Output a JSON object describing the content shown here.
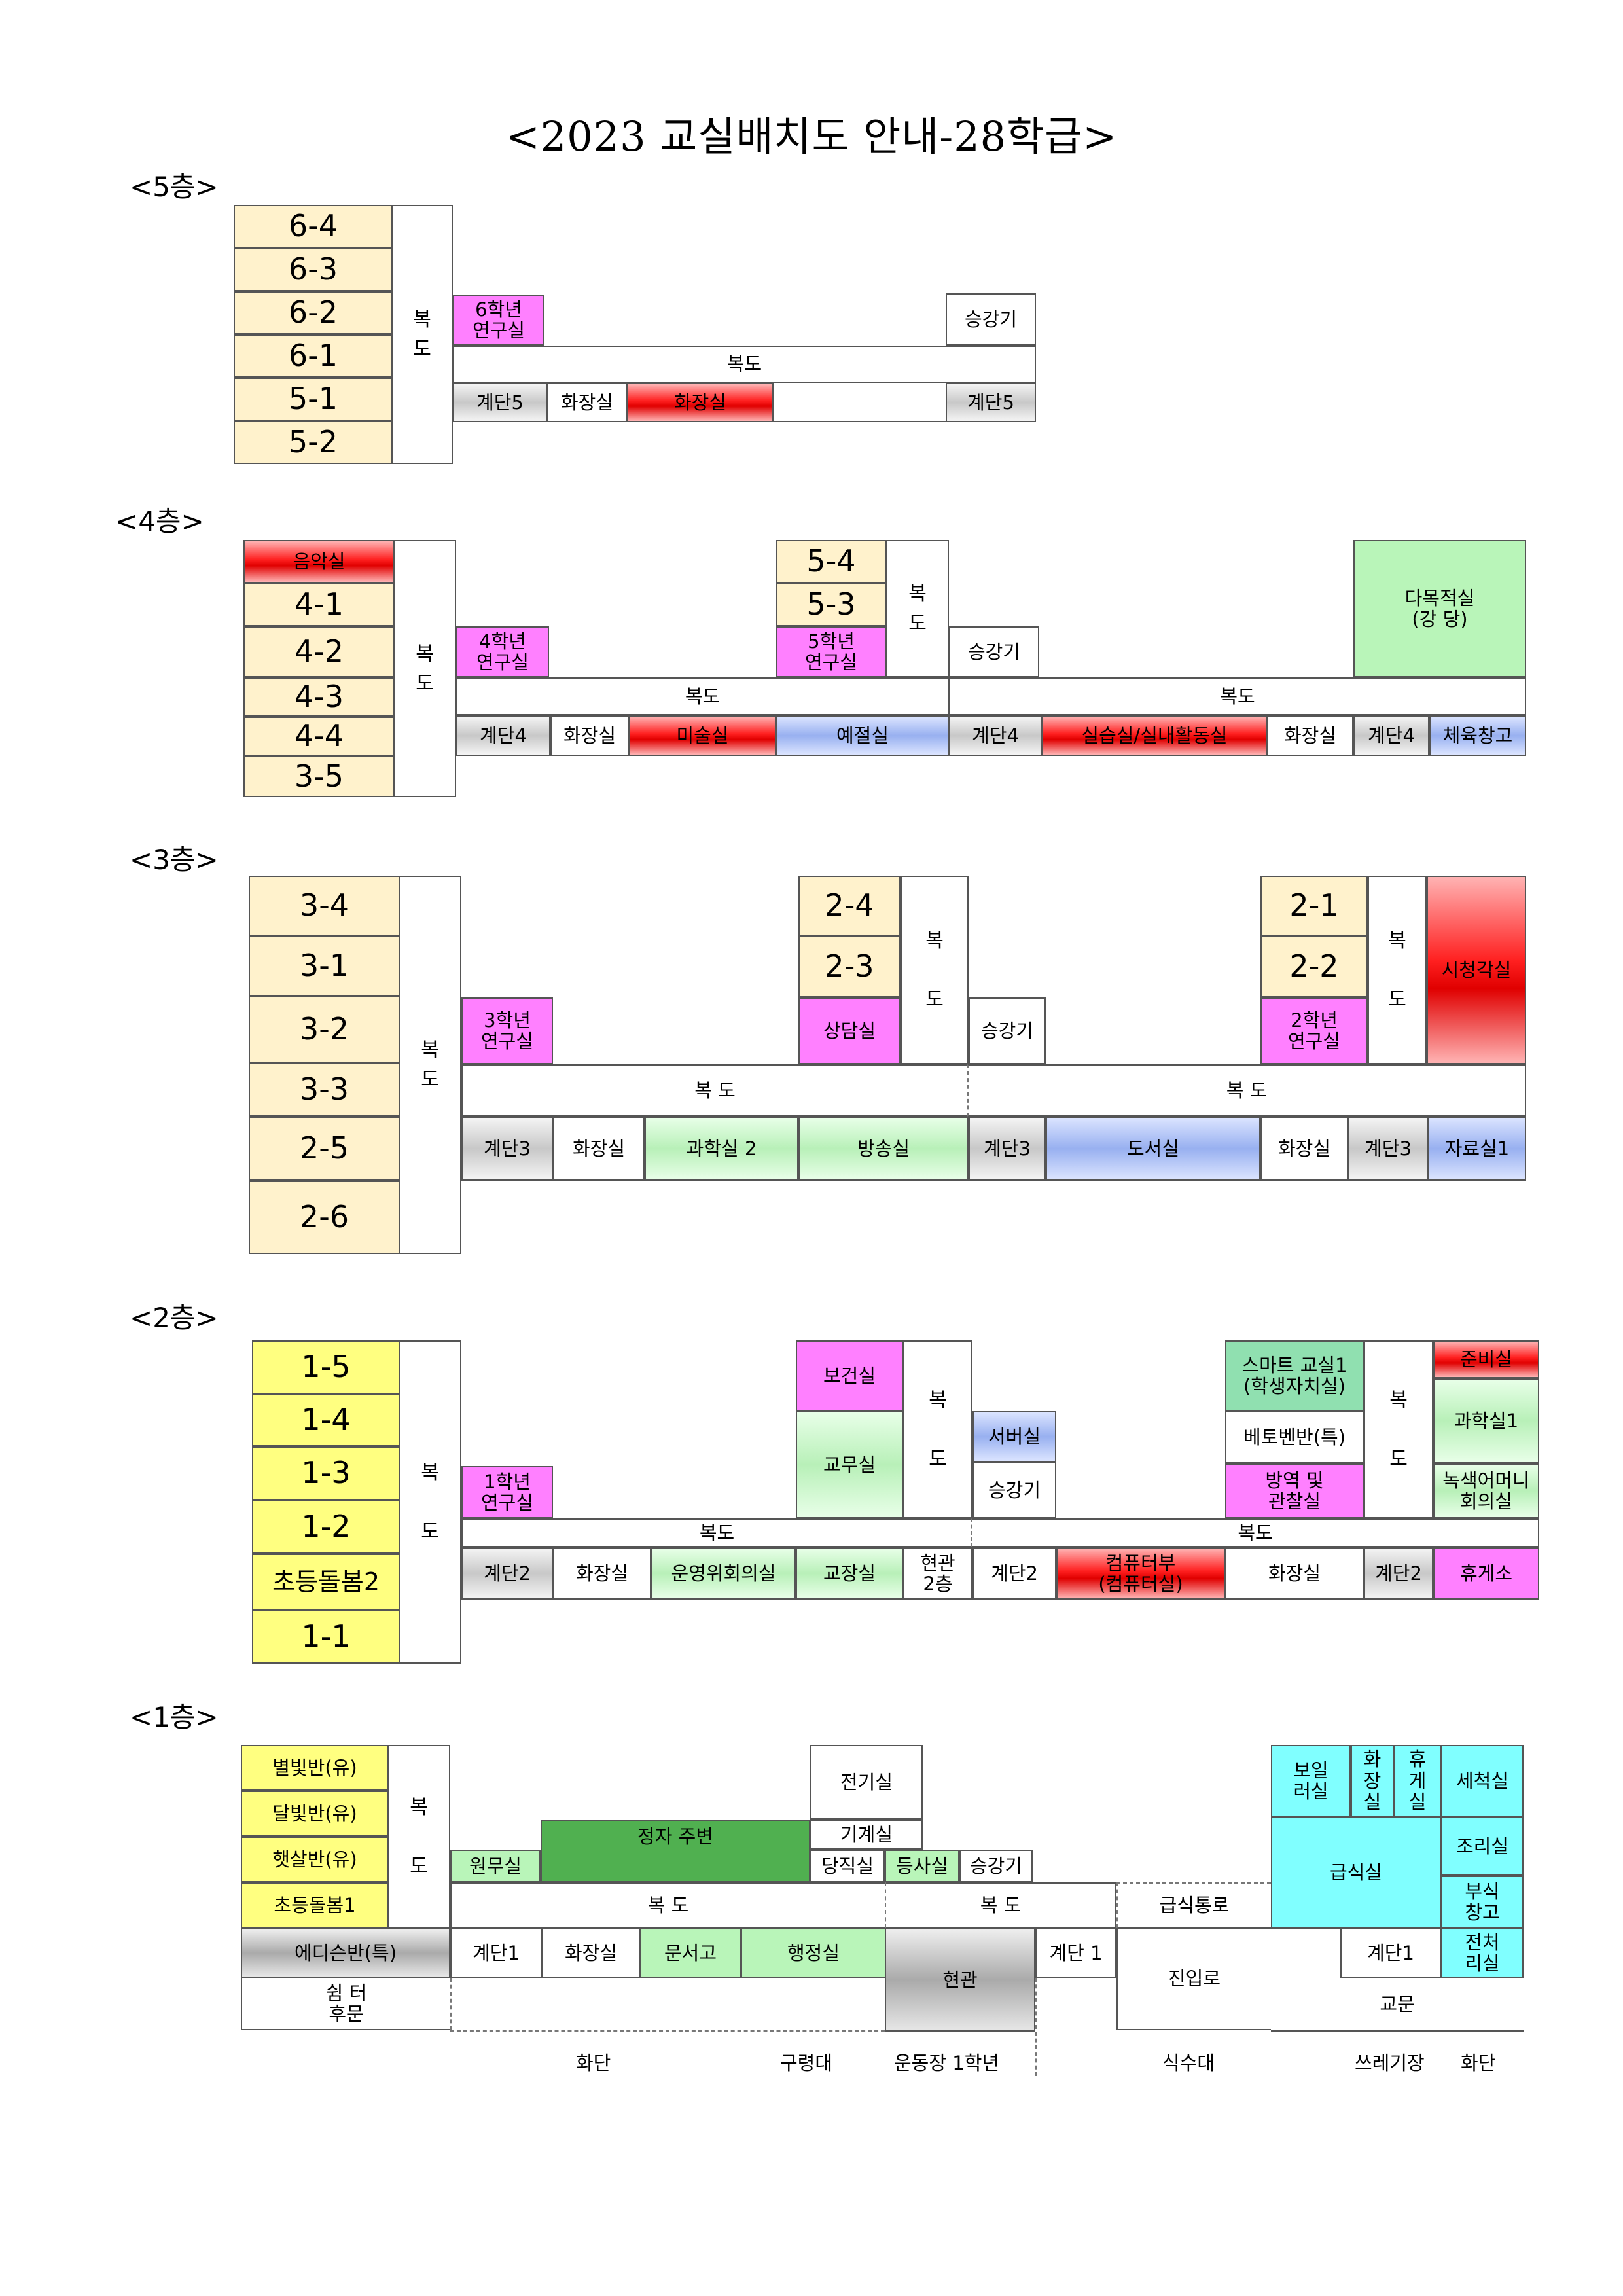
{
  "title": "<2023 교실배치도 안내-28학급>",
  "floors": {
    "f5": {
      "label": "<5층>",
      "classes": [
        "6-4",
        "6-3",
        "6-2",
        "6-1",
        "5-1",
        "5-2"
      ],
      "corridor_v": "복\n도",
      "corridor_h": "복도",
      "research": "6학년\n연구실",
      "lift": "승강기",
      "stair_left": "계단5",
      "toilet1": "화장실",
      "toilet2": "화장실",
      "stair_right": "계단5"
    },
    "f4": {
      "label": "<4층>",
      "music": "음악실",
      "classes": [
        "4-1",
        "4-2",
        "4-3",
        "4-4",
        "3-5"
      ],
      "corridor_v": "복\n도",
      "research4": "4학년\n연구실",
      "mid_classes": [
        "5-4",
        "5-3"
      ],
      "corridor_v2": "복\n도",
      "research5": "5학년\n연구실",
      "lift": "승강기",
      "multi": "다목적실\n(강   당)",
      "corridor_h1": "복도",
      "corridor_h2": "복도",
      "bottom": [
        "계단4",
        "화장실",
        "미술실",
        "예절실",
        "계단4",
        "실습실/실내활동실",
        "화장실",
        "계단4",
        "체육창고"
      ]
    },
    "f3": {
      "label": "<3층>",
      "classes": [
        "3-4",
        "3-1",
        "3-2",
        "3-3",
        "2-5",
        "2-6"
      ],
      "corridor_v": "복\n도",
      "research3": "3학년\n연구실",
      "mid_classes": [
        "2-4",
        "2-3"
      ],
      "counsel": "상담실",
      "corridor_v2": "복\n\n도",
      "lift": "승강기",
      "right_classes": [
        "2-1",
        "2-2"
      ],
      "research2": "2학년\n연구실",
      "corridor_v3": "복\n\n도",
      "av": "시청각실",
      "corridor_h1": "복  도",
      "corridor_h2": "복  도",
      "bottom": [
        "계단3",
        "화장실",
        "과학실 2",
        "방송실",
        "계단3",
        "도서실",
        "화장실",
        "계단3",
        "자료실1"
      ]
    },
    "f2": {
      "label": "<2층>",
      "classes": [
        "1-5",
        "1-4",
        "1-3",
        "1-2",
        "초등돌봄2",
        "1-1"
      ],
      "corridor_v": "복\n\n도",
      "research1": "1학년\n연구실",
      "health": "보건실",
      "staff": "교무실",
      "corridor_v2": "복\n\n도",
      "server": "서버실",
      "lift": "승강기",
      "smart": "스마트 교실1\n(학생자치실)",
      "beethoven": "베토벤반(특)",
      "quarantine": "방역 및\n관찰실",
      "corridor_v3": "복\n\n도",
      "prep": "준비실",
      "science1": "과학실1",
      "green_mother": "녹색어머니\n회의실",
      "corridor_h1": "복도",
      "corridor_h2": "복도",
      "bottom": [
        "계단2",
        "화장실",
        "운영위회의실",
        "교장실",
        "현관\n2층",
        "계단2",
        "컴퓨터부\n(컴퓨터실)",
        "화장실",
        "계단2",
        "휴게소"
      ]
    },
    "f1": {
      "label": "<1층>",
      "left": [
        "별빛반(유)",
        "달빛반(유)",
        "햇살반(유)",
        "초등돌봄1"
      ],
      "corridor_v": "복\n\n도",
      "edison": "에디슨반(특)",
      "shelter": "쉼   터\n후문",
      "admin_staff": "원무실",
      "jeongja": "정자 주변",
      "electric": "전기실",
      "machine": "기계실",
      "duty": "당직실",
      "deungsa": "등사실",
      "lift": "승강기",
      "corridor_h1": "복  도",
      "corridor_h2": "복  도",
      "meal_path": "급식통로",
      "boiler": "보일\n러실",
      "toilet_v": "화\n장\n실",
      "rest_v": "휴\n게\n실",
      "wash": "세척실",
      "cafeteria": "급식실",
      "cook": "조리실",
      "sub_storage": "부식\n창고",
      "bottom": [
        "계단1",
        "화장실",
        "문서고",
        "행정실"
      ],
      "entrance": "현관",
      "stair_right": "계단 1",
      "enter_road": "진입로",
      "stair_right2": "계단1",
      "electric2": "전처\n리실",
      "school_gate": "교문",
      "ground": [
        "화단",
        "구령대",
        "운동장 1학년",
        "식수대",
        "쓰레기장",
        "화단"
      ]
    }
  }
}
